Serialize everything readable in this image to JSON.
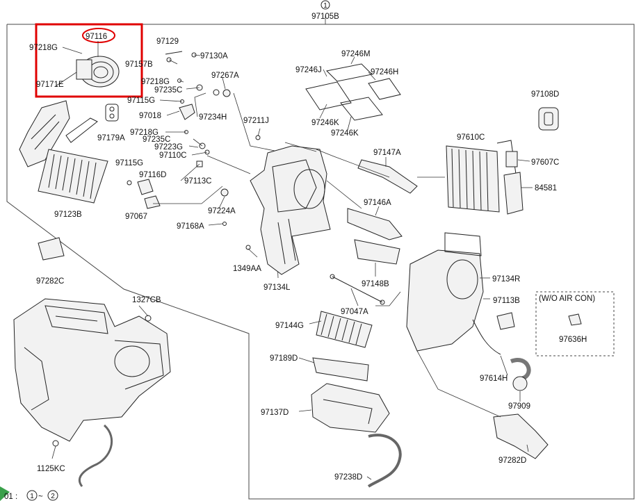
{
  "assembly": {
    "callout": "1",
    "number": "97105B"
  },
  "highlight": {
    "part": "97116",
    "color": "#e00000"
  },
  "ac_note": {
    "text": "(W/O AIR CON)"
  },
  "footer": {
    "prefix": "01 :",
    "range_start": "1",
    "range_sep": "~",
    "range_end": "2"
  },
  "parts": {
    "p97218G_a": "97218G",
    "p97116": "97116",
    "p97171E": "97171E",
    "p97129": "97129",
    "p97157B": "97157B",
    "p97130A": "97130A",
    "p97267A": "97267A",
    "p97218G_b": "97218G",
    "p97235C_a": "97235C",
    "p97115G_a": "97115G",
    "p97018": "97018",
    "p97234H": "97234H",
    "p97179A": "97179A",
    "p97218G_c": "97218G",
    "p97235C_b": "97235C",
    "p97223G": "97223G",
    "p97110C": "97110C",
    "p97211J": "97211J",
    "p97115G_b": "97115G",
    "p97116D": "97116D",
    "p97113C": "97113C",
    "p97123B": "97123B",
    "p97067": "97067",
    "p97224A": "97224A",
    "p97168A": "97168A",
    "p97246M": "97246M",
    "p97246J": "97246J",
    "p97246H": "97246H",
    "p97246K_a": "97246K",
    "p97246K_b": "97246K",
    "p97108D": "97108D",
    "p97147A": "97147A",
    "p97610C": "97610C",
    "p97607C": "97607C",
    "p84581": "84581",
    "p97146A": "97146A",
    "p97282C": "97282C",
    "p1349AA": "1349AA",
    "p97134L": "97134L",
    "p97148B": "97148B",
    "p97134R": "97134R",
    "p1327CB": "1327CB",
    "p97047A": "97047A",
    "p97113B": "97113B",
    "p97144G": "97144G",
    "p97636H": "97636H",
    "p97189D": "97189D",
    "p97614H": "97614H",
    "p97909": "97909",
    "p97137D": "97137D",
    "p97282D": "97282D",
    "p1125KC": "1125KC",
    "p97238D": "97238D"
  }
}
